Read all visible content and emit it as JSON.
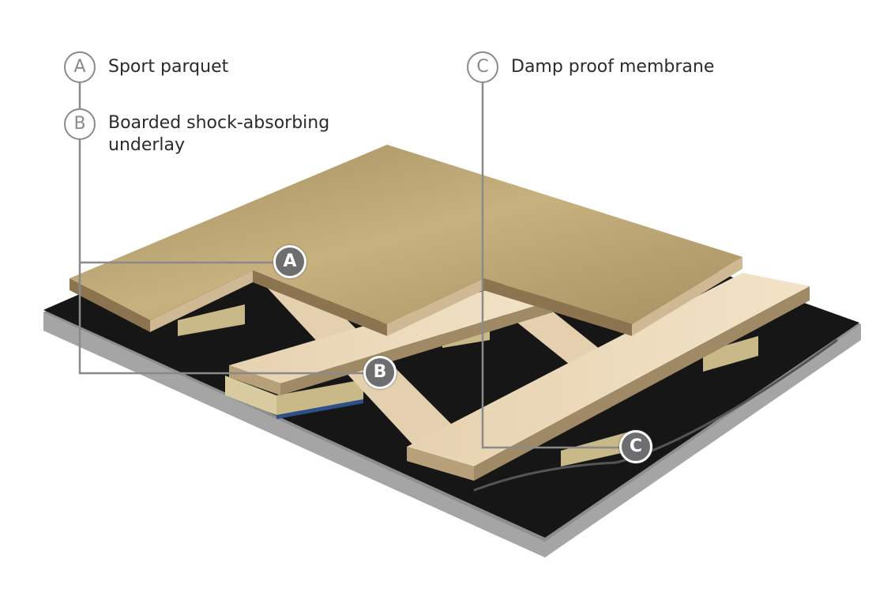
{
  "legend": [
    {
      "letter": "A",
      "label": "Sport parquet"
    },
    {
      "letter": "B",
      "label": "Boarded shock-absorbing underlay"
    },
    {
      "letter": "C",
      "label": "Damp proof membrane"
    }
  ],
  "colors": {
    "parquet": "#b9a06e",
    "plywood": "#ecd9b8",
    "membrane": "#1a1a1a",
    "slab": "#8c8c8c",
    "callout": "#8a8a8a"
  }
}
